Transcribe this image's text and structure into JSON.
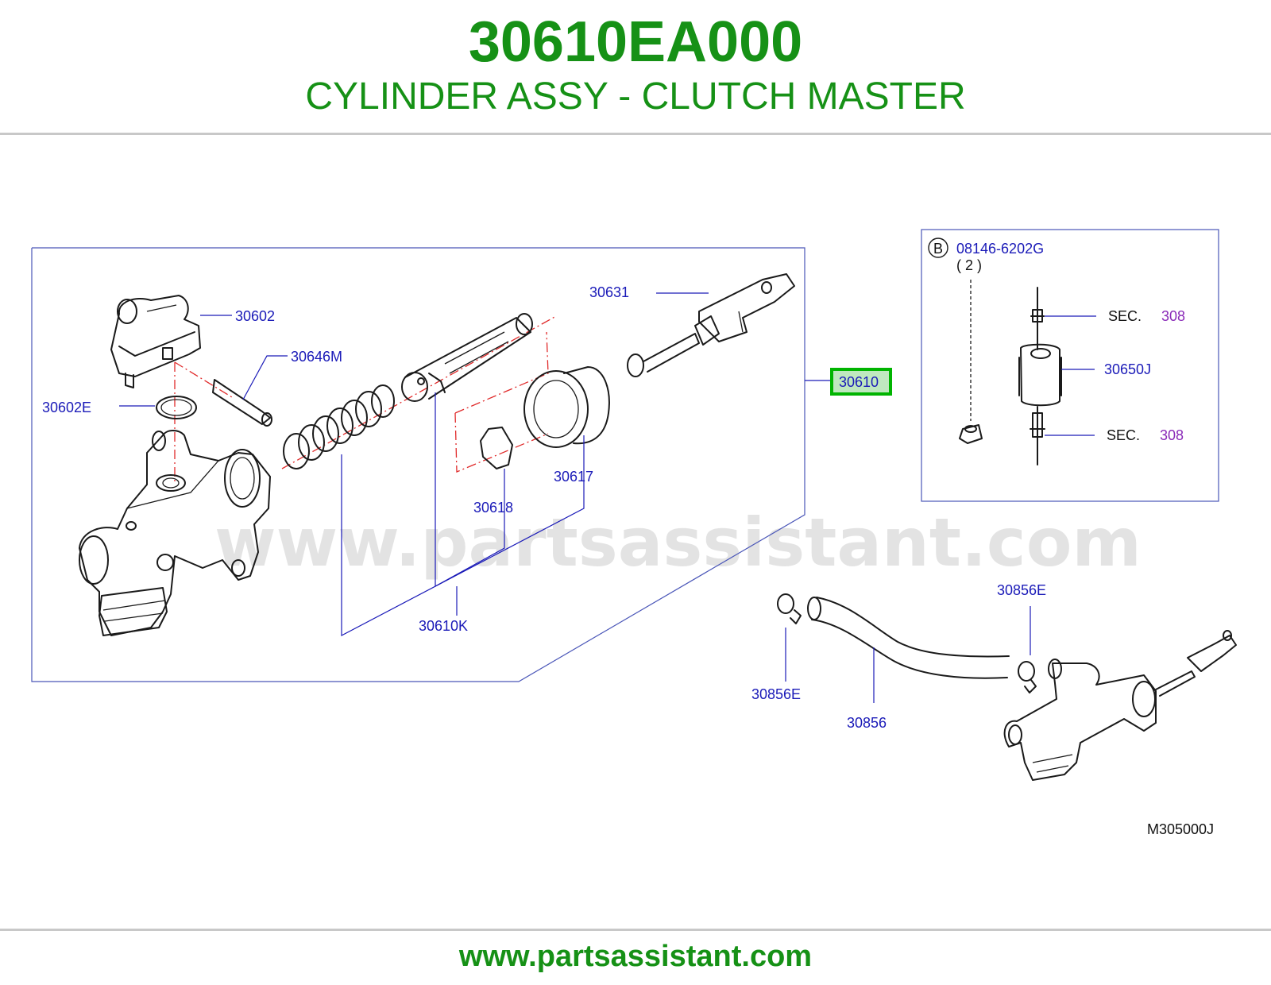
{
  "header": {
    "part_number": "30610EA000",
    "part_name": "CYLINDER ASSY - CLUTCH MASTER"
  },
  "diagram": {
    "watermark": "www.partsassistant.com",
    "diagram_code": "M305000J",
    "highlighted_part": "30610",
    "labels": {
      "p30602": "30602",
      "p30646M": "30646M",
      "p30602E": "30602E",
      "p30631": "30631",
      "p30610": "30610",
      "p30617": "30617",
      "p30618": "30618",
      "p30610K": "30610K",
      "p30856E_top": "30856E",
      "p30856E_bottom": "30856E",
      "p30856": "30856",
      "p30650J": "30650J"
    },
    "inset": {
      "bolt_marker": "B",
      "bolt_part": "08146-6202G",
      "bolt_qty": "( 2 )",
      "sec_label_1": "SEC.",
      "sec_ref_1": "308",
      "sec_label_2": "SEC.",
      "sec_ref_2": "308"
    }
  },
  "footer": {
    "website": "www.partsassistant.com"
  },
  "colors": {
    "brand_green": "#169116",
    "label_blue": "#1a1ab8",
    "ref_purple": "#8a2ab8",
    "highlight_green": "#00b400"
  }
}
